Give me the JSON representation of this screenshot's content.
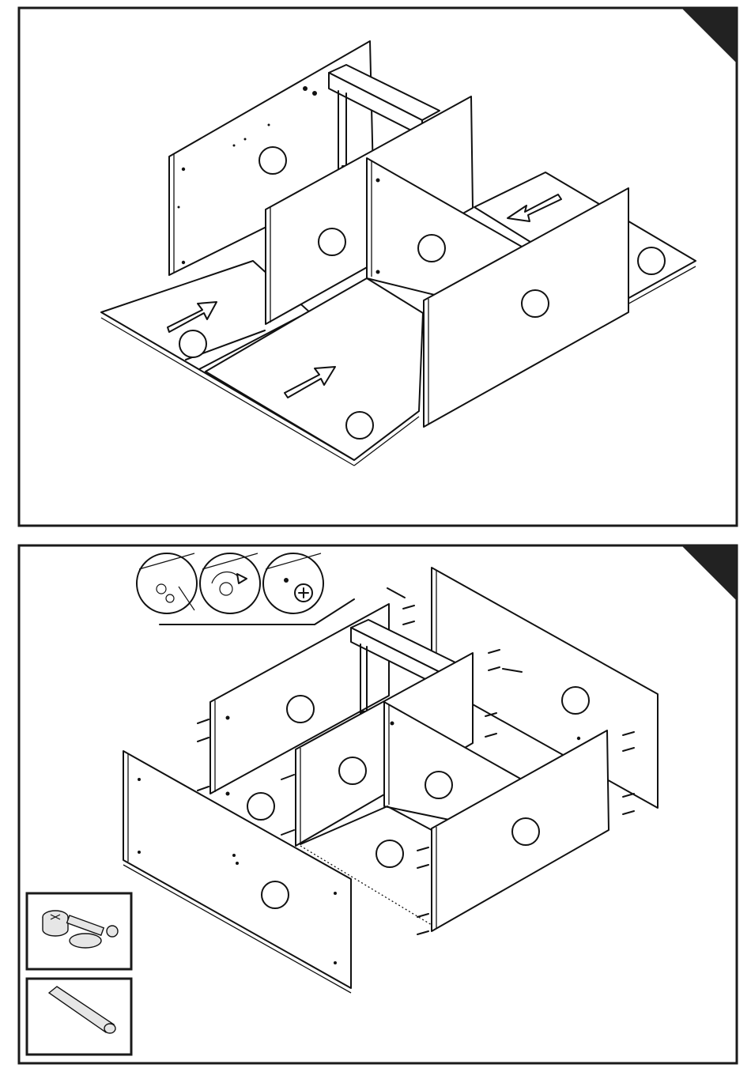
{
  "steps": [
    {
      "panel": "top",
      "corner_tab": "filled-triangle",
      "parts": [
        "side-panel-left",
        "top-rail",
        "divider-center",
        "divider-back",
        "front-panel",
        "base-board",
        "base-extension-right"
      ],
      "arrows": [
        "arrow-left-base",
        "arrow-center-base",
        "arrow-right-base"
      ],
      "part_markers": 8
    },
    {
      "panel": "bottom",
      "corner_tab": "filled-triangle",
      "parts": [
        "back-panel",
        "side-panel-left",
        "top-rail",
        "divider-center",
        "divider-back",
        "front-panel-right",
        "front-panel-left"
      ],
      "zoom_callouts": [
        "cam-lock-insert",
        "cam-lock-turn",
        "cam-lock-tight"
      ],
      "hardware_legend": [
        "cam-lock-bolt",
        "wooden-dowel"
      ],
      "part_markers": 9
    }
  ],
  "colors": {
    "line": "#111111",
    "frame": "#1a1a1a",
    "corner": "#222222",
    "background": "#ffffff",
    "hardware_fill": "#e6e6e6"
  }
}
